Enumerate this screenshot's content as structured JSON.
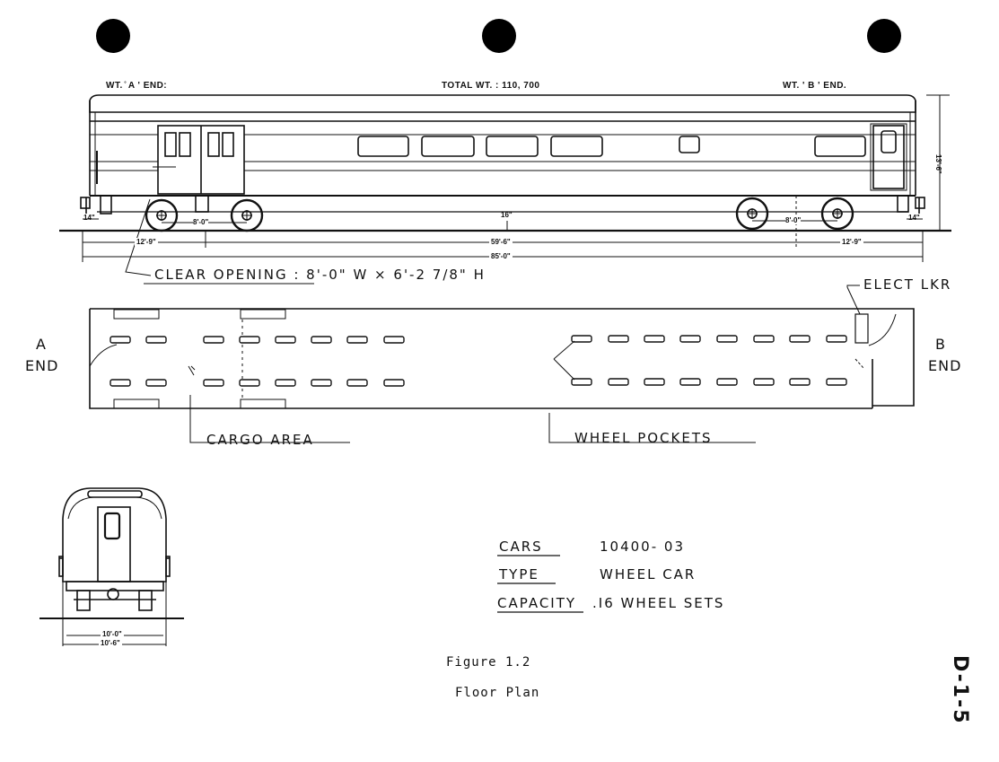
{
  "header": {
    "wt_a_end": "WT. ̊ A ' END:",
    "total_wt": "TOTAL WT. : 110, 700",
    "wt_b_end": "WT. ' B ' END."
  },
  "side_view": {
    "dims": {
      "height": "13'-6\"",
      "left_overhang": "14\"",
      "right_overhang": "14\"",
      "truck_a_wheelbase": "8'-0\"",
      "truck_b_wheelbase": "8'-0\"",
      "center_mark": "16\"",
      "end_to_truck_a": "12'-9\"",
      "truck_centers": "59'-6\"",
      "end_to_truck_b": "12'-9\"",
      "overall_length": "85'-0\""
    },
    "clear_opening": "CLEAR OPENING :  8'-0\" W × 6'-2 7/8\" H"
  },
  "floor_plan": {
    "elect_lkr": "ELECT  LKR",
    "a_end": [
      "A",
      "END"
    ],
    "b_end": [
      "B",
      "END"
    ],
    "cargo_area": "CARGO  AREA",
    "wheel_pockets": "WHEEL  POCKETS"
  },
  "end_view": {
    "dim_inner": "10'-0\"",
    "dim_outer": "10'-6\""
  },
  "specs": [
    {
      "label": "CARS",
      "value": "10400- 03"
    },
    {
      "label": "TYPE",
      "value": "WHEEL  CAR"
    },
    {
      "label": "CAPACITY",
      "value": ".I6  WHEEL  SETS"
    }
  ],
  "caption": {
    "figure": "Figure   1.2",
    "title": "Floor Plan"
  },
  "page_id": "D-1-5"
}
